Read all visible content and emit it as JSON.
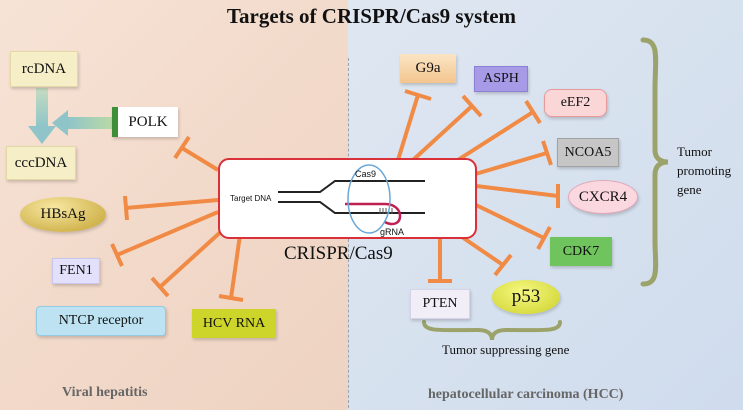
{
  "title": "Targets of CRISPR/Cas9 system",
  "center": {
    "label": "CRISPR/Cas9",
    "target_dna": "Target DNA",
    "cas9": "Cas9",
    "grna": "gRNA"
  },
  "left": {
    "rcdna": "rcDNA",
    "cccdna": "cccDNA",
    "polk": "POLK",
    "hbsag": "HBsAg",
    "fen1": "FEN1",
    "ntcp": "NTCP receptor",
    "hcv": "HCV RNA",
    "footer": "Viral hepatitis"
  },
  "right": {
    "g9a": "G9a",
    "asph": "ASPH",
    "eef2": "eEF2",
    "ncoa5": "NCOA5",
    "cxcr4": "CXCR4",
    "cdk7": "CDK7",
    "pten": "PTEN",
    "p53": "p53",
    "promoting_1": "Tumor",
    "promoting_2": "promoting",
    "promoting_3": "gene",
    "suppressing": "Tumor suppressing gene",
    "footer": "hepatocellular carcinoma (HCC)"
  },
  "colors": {
    "inhibit": "#f08a45",
    "brace": "#9ba36a",
    "center_border": "#d9303a"
  }
}
